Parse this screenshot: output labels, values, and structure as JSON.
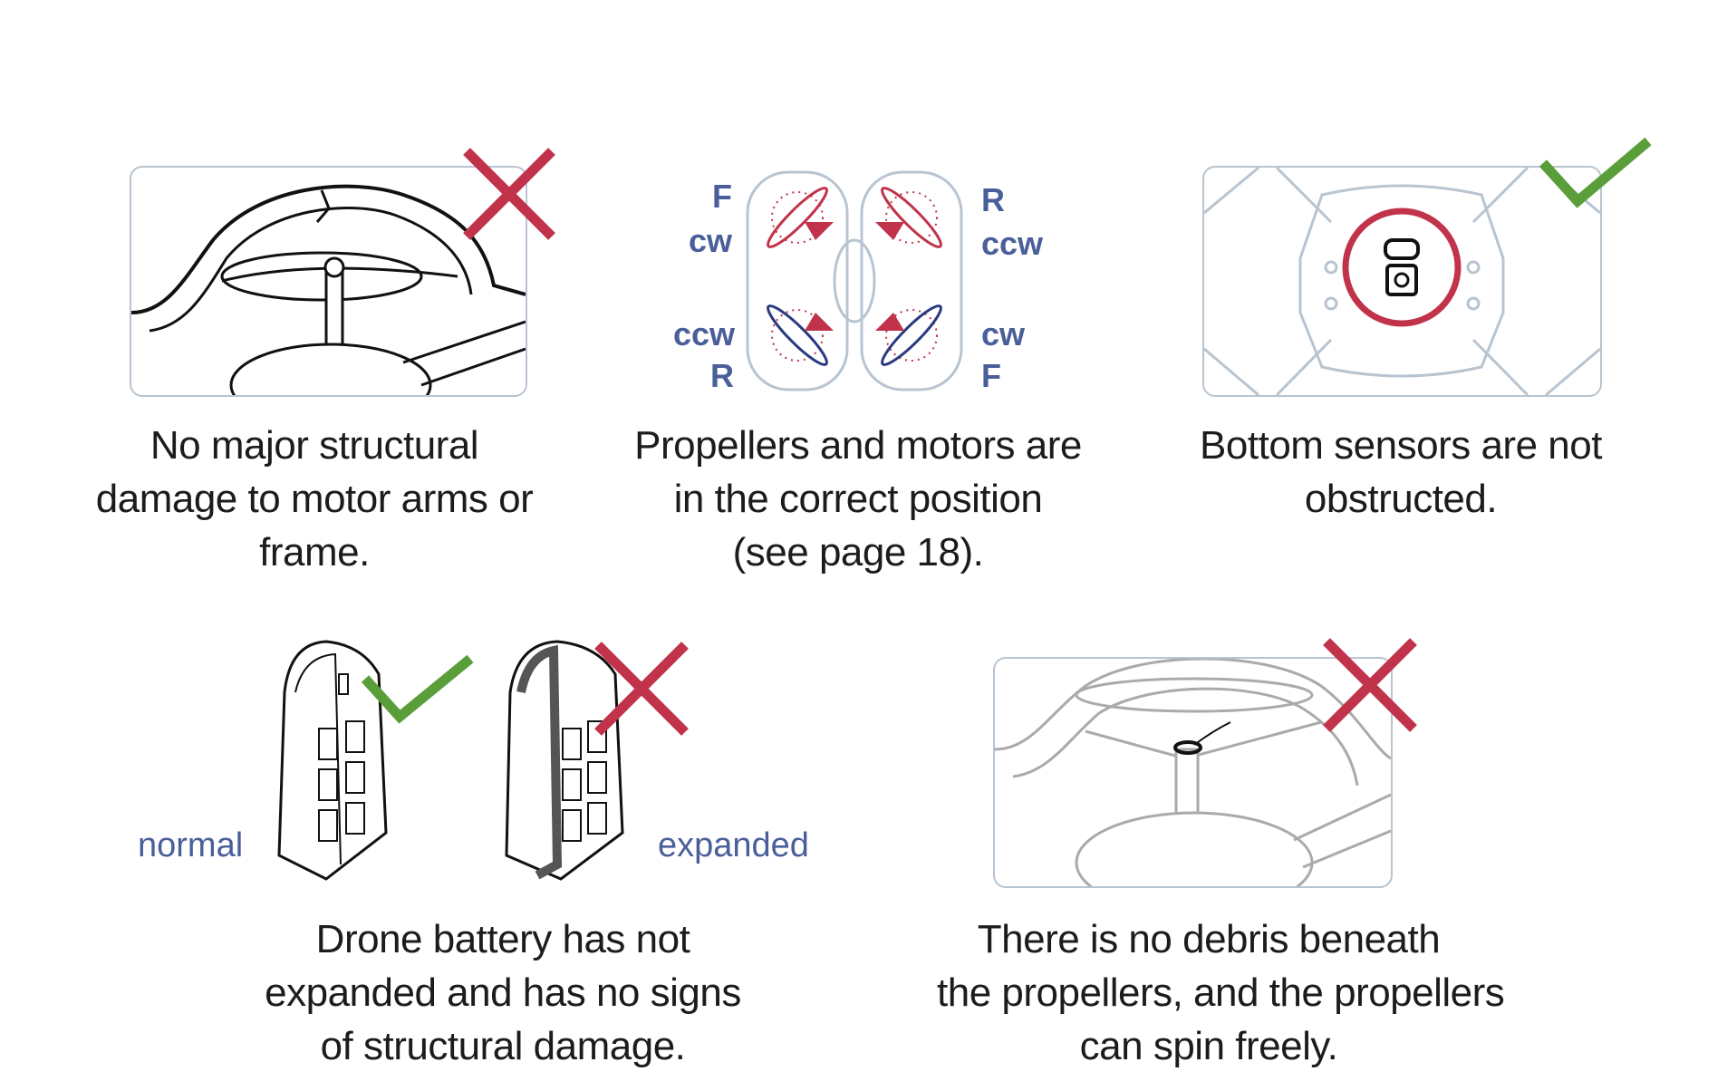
{
  "items": [
    {
      "caption": [
        "No major structural",
        "damage to motor arms or",
        "frame."
      ],
      "status": "incorrect",
      "icon": "x-mark-icon"
    },
    {
      "caption": [
        "Propellers and motors are",
        "in the correct position",
        "(see page 18)."
      ],
      "status": "reference",
      "diagram_labels": {
        "front_left": [
          "F",
          "cw"
        ],
        "front_right": [
          "R",
          "ccw"
        ],
        "rear_left": [
          "ccw",
          "R"
        ],
        "rear_right": [
          "cw",
          "F"
        ]
      }
    },
    {
      "caption": [
        "Bottom sensors are not",
        "obstructed."
      ],
      "status": "correct",
      "icon": "check-mark-icon"
    },
    {
      "caption": [
        "Drone battery has not",
        "expanded and has no signs",
        "of structural damage."
      ],
      "labels": {
        "normal": "normal",
        "expanded": "expanded"
      }
    },
    {
      "caption": [
        "There is no debris beneath",
        "the propellers, and the propellers",
        "can spin freely."
      ],
      "status": "incorrect",
      "icon": "x-mark-icon"
    }
  ],
  "colors": {
    "red": "#c1334a",
    "green": "#5a9e3a",
    "blue": "#4a5f9a",
    "navy": "#2b3a80",
    "outline": "#b8c4d0"
  }
}
